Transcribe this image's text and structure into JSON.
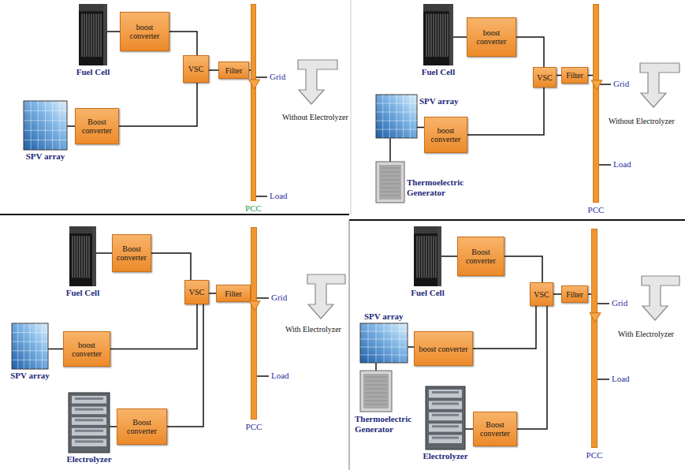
{
  "diagram": {
    "nodes": [
      {
        "text": [
          "Fuel Cell"
        ]
      },
      {
        "text": [
          "boost converter"
        ]
      },
      {
        "text": [
          "SPV array"
        ]
      },
      {
        "text": [
          "Boost converter"
        ]
      },
      {
        "text": [
          "VSC"
        ]
      },
      {
        "text": [
          "Filter"
        ]
      },
      {
        "text": [
          "PCC"
        ]
      },
      {
        "text": [
          "Fuel Cell"
        ]
      },
      {
        "text": [
          "boost converter"
        ]
      },
      {
        "text": [
          "SPV array"
        ]
      },
      {
        "text": [
          "Thermoelectric Generator"
        ]
      },
      {
        "text": [
          "boost converter"
        ]
      },
      {
        "text": [
          "VSC"
        ]
      },
      {
        "text": [
          "Filter"
        ]
      },
      {
        "text": [
          "PCC"
        ]
      },
      {
        "text": [
          "Fuel Cell"
        ]
      },
      {
        "text": [
          "Boost converter"
        ]
      },
      {
        "text": [
          "SPV array"
        ]
      },
      {
        "text": [
          "boost converter"
        ]
      },
      {
        "text": [
          "Electrolyzer"
        ]
      },
      {
        "text": [
          "Boost converter"
        ]
      },
      {
        "text": [
          "VSC"
        ]
      },
      {
        "text": [
          "Filter"
        ]
      },
      {
        "text": [
          "PCC"
        ]
      },
      {
        "text": [
          "Fuel Cell"
        ]
      },
      {
        "text": [
          "Boost converter"
        ]
      },
      {
        "text": [
          "SPV array"
        ]
      },
      {
        "text": [
          "Thermoelectric Generator"
        ]
      },
      {
        "text": [
          "boost converter"
        ]
      },
      {
        "text": [
          "Electrolyzer"
        ]
      },
      {
        "text": [
          "Boost converter"
        ]
      },
      {
        "text": [
          "VSC"
        ]
      },
      {
        "text": [
          "Filter"
        ]
      },
      {
        "text": [
          "PCC"
        ]
      }
    ],
    "edges": [
      {
        "from": 0,
        "to": 1,
        "arrow": "none"
      },
      {
        "from": 1,
        "to": 4,
        "arrow": "none"
      },
      {
        "from": 2,
        "to": 3,
        "arrow": "none"
      },
      {
        "from": 3,
        "to": 4,
        "arrow": "none"
      },
      {
        "from": 4,
        "to": 5,
        "arrow": "none"
      },
      {
        "from": 5,
        "to": 6,
        "arrow": "none"
      },
      {
        "from": 7,
        "to": 8,
        "arrow": "none"
      },
      {
        "from": 8,
        "to": 12,
        "arrow": "none"
      },
      {
        "from": 9,
        "to": 11,
        "arrow": "none"
      },
      {
        "from": 10,
        "to": 9,
        "arrow": "none"
      },
      {
        "from": 11,
        "to": 12,
        "arrow": "none"
      },
      {
        "from": 12,
        "to": 13,
        "arrow": "none"
      },
      {
        "from": 13,
        "to": 14,
        "arrow": "none"
      },
      {
        "from": 15,
        "to": 16,
        "arrow": "none"
      },
      {
        "from": 16,
        "to": 21,
        "arrow": "none"
      },
      {
        "from": 17,
        "to": 18,
        "arrow": "none"
      },
      {
        "from": 18,
        "to": 21,
        "arrow": "none"
      },
      {
        "from": 19,
        "to": 20,
        "arrow": "none"
      },
      {
        "from": 20,
        "to": 21,
        "arrow": "none"
      },
      {
        "from": 21,
        "to": 22,
        "arrow": "none"
      },
      {
        "from": 22,
        "to": 23,
        "arrow": "none"
      },
      {
        "from": 24,
        "to": 25,
        "arrow": "none"
      },
      {
        "from": 25,
        "to": 31,
        "arrow": "none"
      },
      {
        "from": 26,
        "to": 28,
        "arrow": "none"
      },
      {
        "from": 27,
        "to": 26,
        "arrow": "none"
      },
      {
        "from": 28,
        "to": 31,
        "arrow": "none"
      },
      {
        "from": 29,
        "to": 30,
        "arrow": "none"
      },
      {
        "from": 30,
        "to": 31,
        "arrow": "none"
      },
      {
        "from": 31,
        "to": 32,
        "arrow": "none"
      },
      {
        "from": 32,
        "to": 33,
        "arrow": "none"
      }
    ],
    "labels": [
      "Grid",
      "Load",
      "Without Electrolyzer",
      "Grid",
      "Load",
      "Without Electrolyzer",
      "Grid",
      "Load",
      "With Electrolyzer",
      "Grid",
      "Load",
      "With Electrolyzer"
    ]
  }
}
